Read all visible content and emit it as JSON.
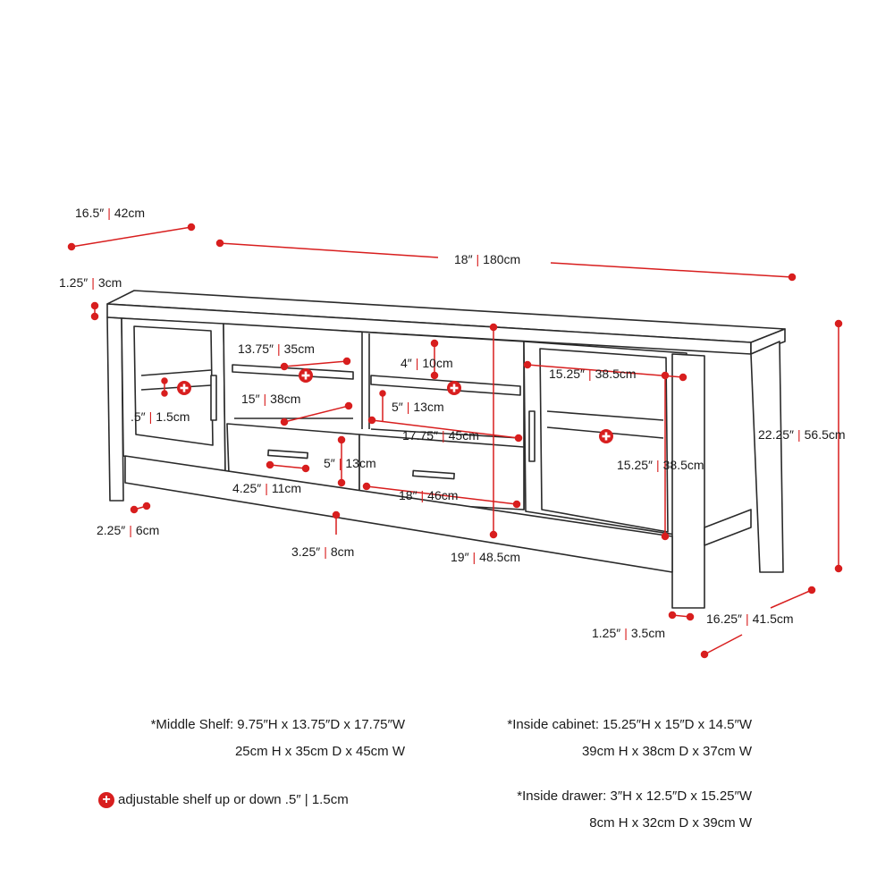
{
  "colors": {
    "accent": "#d81e1e",
    "line": "#2a2a2a",
    "fill": "#ffffff"
  },
  "icons": {
    "adjust": "plus-circle-icon"
  },
  "dimensions": {
    "depth": [
      "16.5″",
      "42cm"
    ],
    "width": [
      "18″",
      "180cm"
    ],
    "top_thick": [
      "1.25″",
      "3cm"
    ],
    "shelf_depth": [
      "13.75″",
      "35cm"
    ],
    "shelf_gap": [
      "4″",
      "10cm"
    ],
    "cab_inner_h": [
      "15.25″",
      "38.5cm"
    ],
    "left_space": [
      "15″",
      "38cm"
    ],
    "mid_open": [
      "5″",
      "13cm"
    ],
    "shelf_width": [
      "17.75″",
      "45cm"
    ],
    "adjust_left": [
      ".5″",
      "1.5cm"
    ],
    "drawer_h": [
      "5″",
      "13cm"
    ],
    "right_cab_h": [
      "15.25″",
      "38.5cm"
    ],
    "handle": [
      "4.25″",
      "11cm"
    ],
    "drawer_w": [
      "18″",
      "46cm"
    ],
    "leg_w": [
      "2.25″",
      "6cm"
    ],
    "base": [
      "3.25″",
      "8cm"
    ],
    "mid_h": [
      "19″",
      "48.5cm"
    ],
    "total_h": [
      "22.25″",
      "56.5cm"
    ],
    "leg_front": [
      "1.25″",
      "3.5cm"
    ],
    "side_depth": [
      "16.25″",
      "41.5cm"
    ]
  },
  "notes": {
    "middle_shelf_1": "*Middle Shelf: 9.75″H x 13.75″D x 17.75″W",
    "middle_shelf_2": "25cm H x 35cm D x 45cm W",
    "inside_cabinet_1": "*Inside cabinet: 15.25″H x 15″D x 14.5″W",
    "inside_cabinet_2": "39cm H x 38cm D x 37cm W",
    "adjust_legend": "adjustable shelf up or down .5″ | 1.5cm",
    "inside_drawer_1": "*Inside drawer: 3″H x 12.5″D x 15.25″W",
    "inside_drawer_2": "8cm H x 32cm D x 39cm W"
  }
}
